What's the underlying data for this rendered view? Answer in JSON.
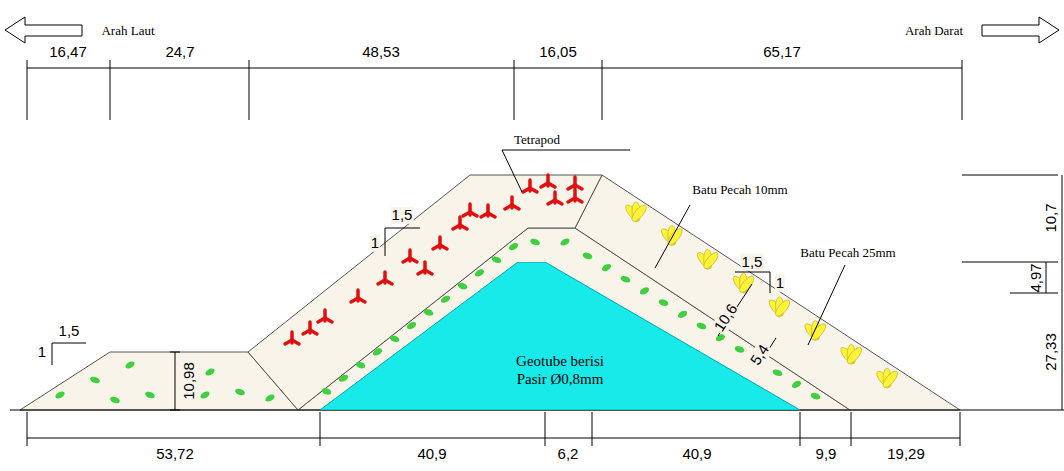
{
  "diagram": {
    "nodes": [
      {
        "text": [
          "Geotube berisi Pasir Ø0,8mm"
        ]
      }
    ],
    "labels": [
      "Arah Laut",
      "Arah Darat",
      "16,47",
      "24,7",
      "48,53",
      "16,05",
      "65,17",
      "Tetrapod",
      "Batu Pecah 10mm",
      "1,5",
      "1",
      "1,5",
      "1",
      "Batu Pecah 25mm",
      "1,5",
      "1",
      "10,7",
      "4,97",
      "27,33",
      "10,98",
      "10,6",
      "5,4",
      "53,72",
      "40,9",
      "6,2",
      "40,9",
      "9,9",
      "19,29"
    ]
  }
}
